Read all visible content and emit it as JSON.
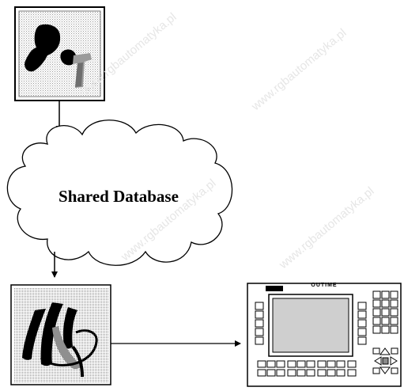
{
  "diagram": {
    "cloud_label": "Shared Database",
    "panel_brand": "OUTIME"
  },
  "watermark": {
    "text": "www.rgbautomatyka.pl"
  },
  "icons": {
    "top": "terminal-configuration-software-icon",
    "bottom": "hmi-design-software-icon",
    "device": "operator-panel-terminal-icon"
  },
  "colors": {
    "line": "#000000",
    "icon_background": "#cfcfcf",
    "screen": "#d0d0d0"
  }
}
